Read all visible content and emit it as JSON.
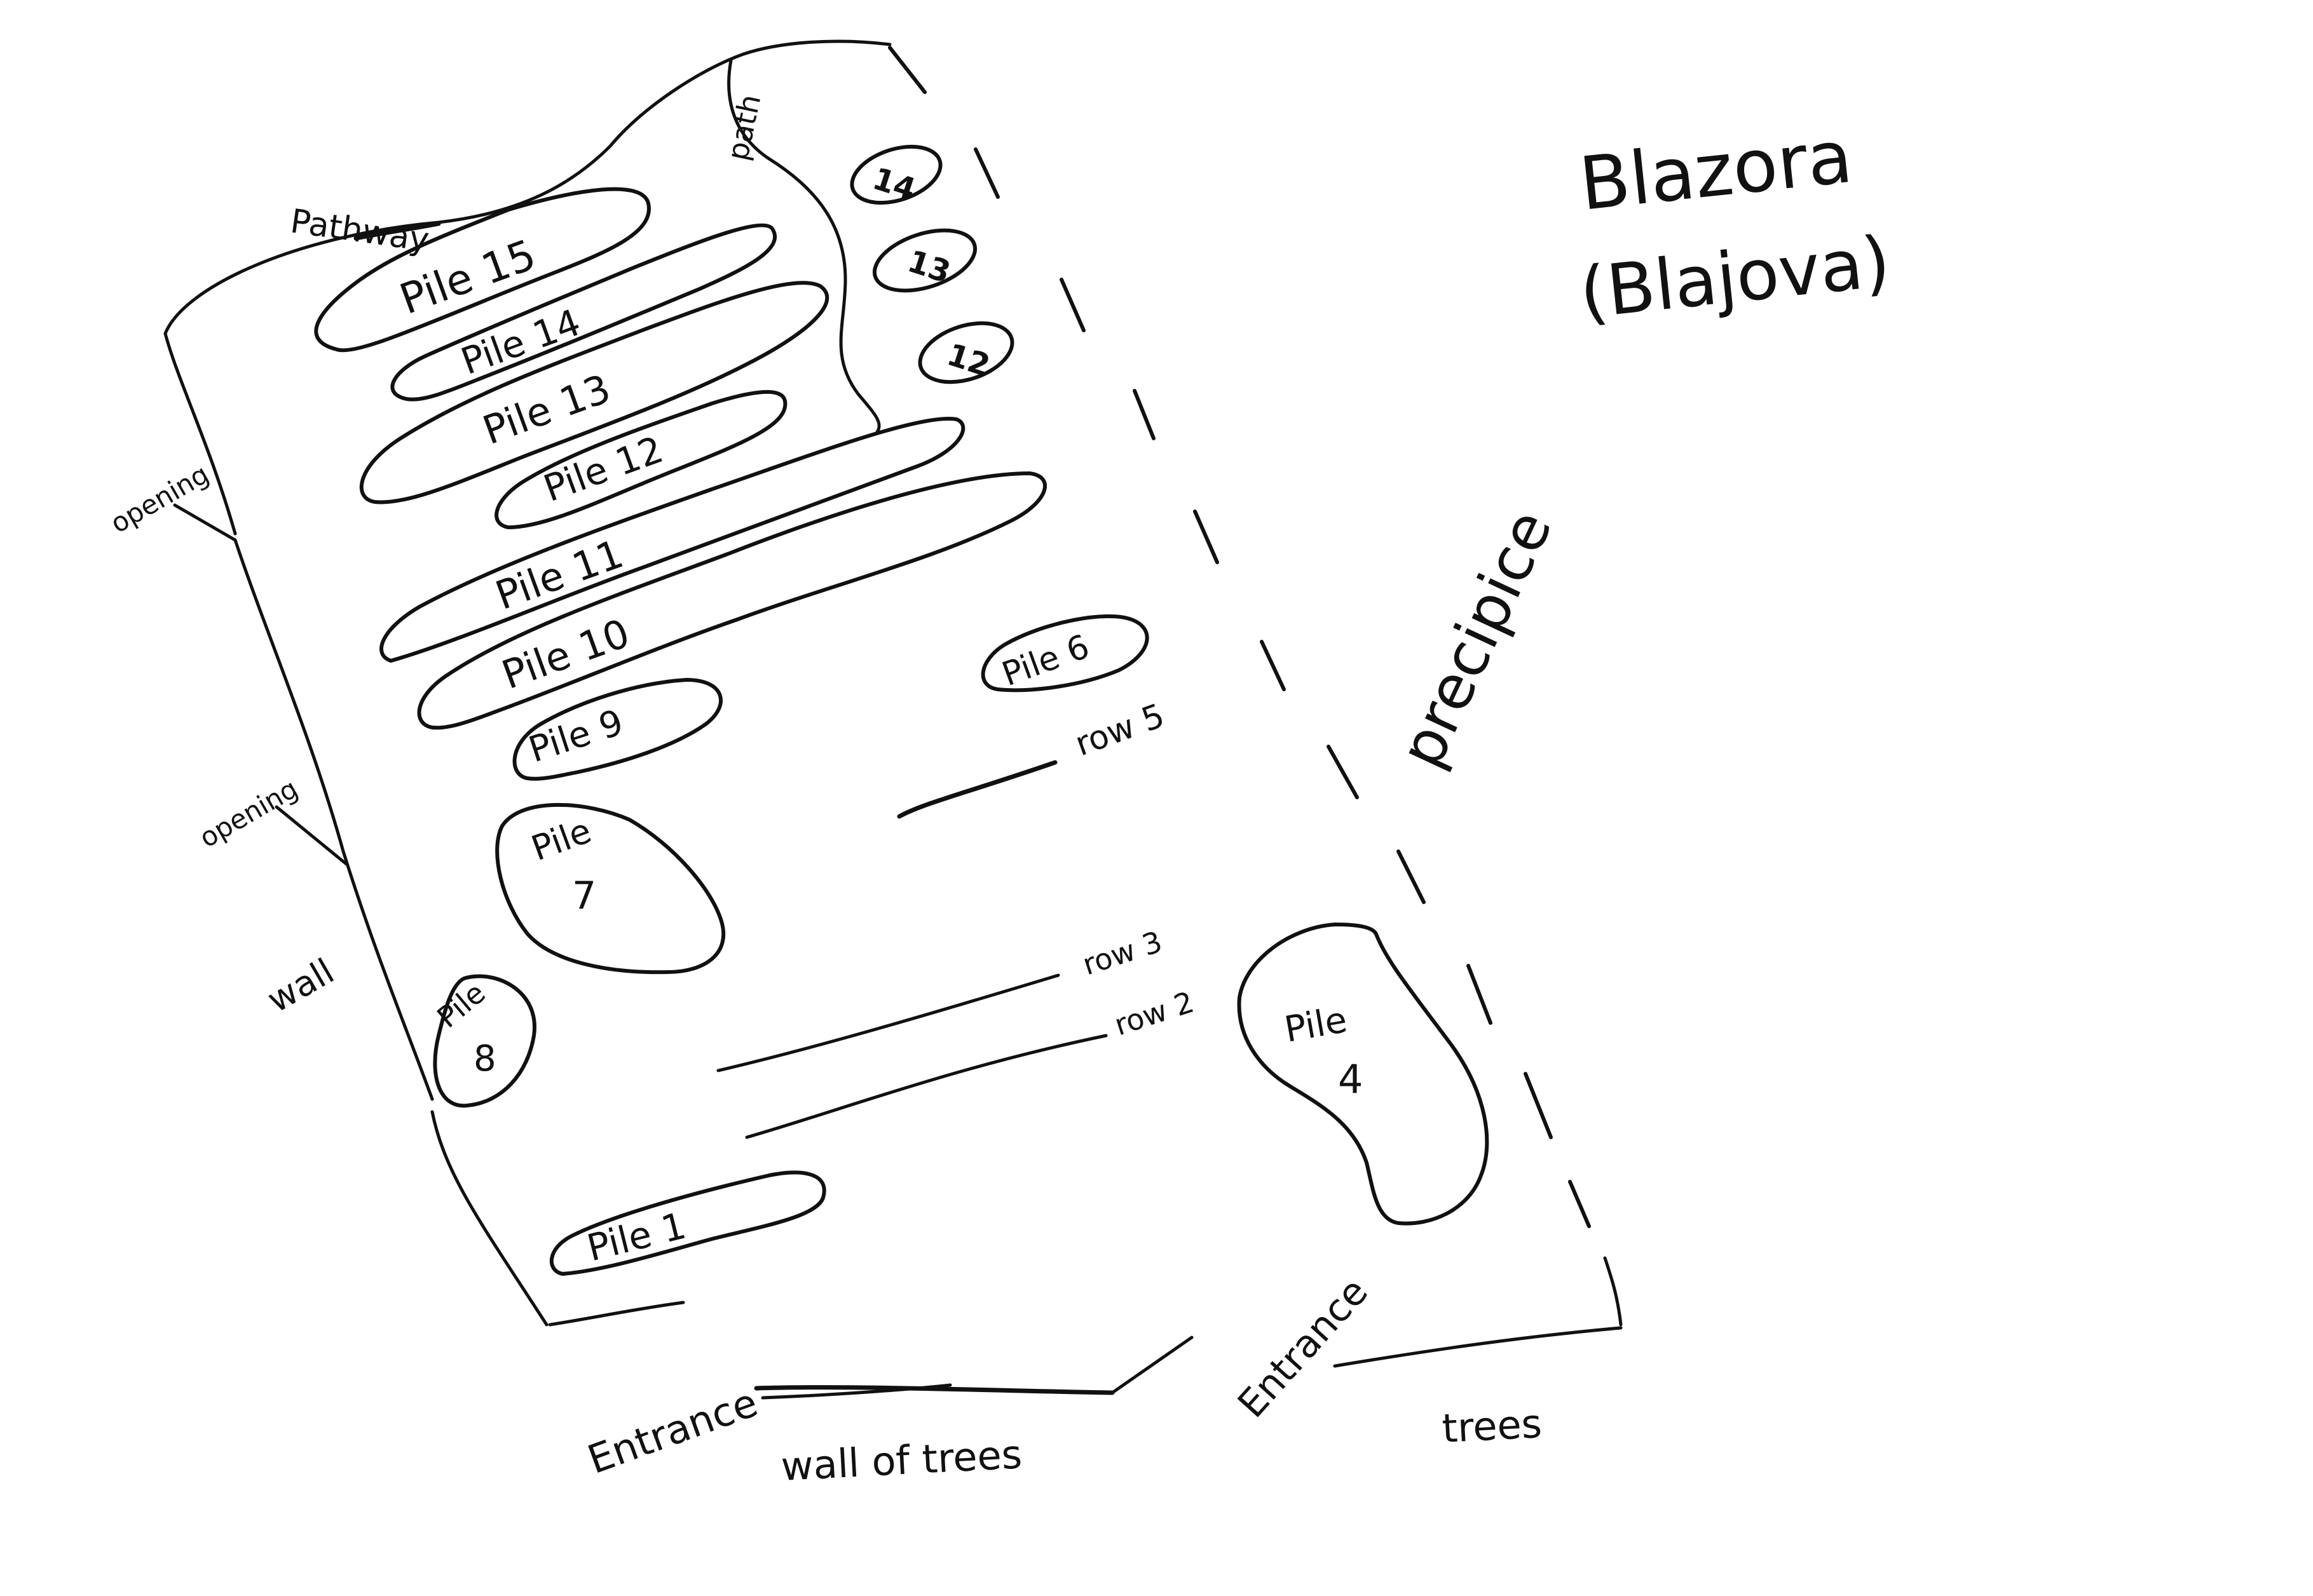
{
  "title": "Blazora",
  "subtitle": "(Blajova)",
  "labels": {
    "pathway": "Pathway",
    "path": "path",
    "opening_upper": "opening",
    "opening_lower": "opening",
    "wall": "wall",
    "precipice": "precipice",
    "entrance_left": "Entrance",
    "entrance_right": "Entrance",
    "wall_of_trees": "wall of trees",
    "trees": "trees",
    "row5": "row 5",
    "row3": "row 3",
    "row2": "row 2"
  },
  "piles": {
    "p15": "Pile 15",
    "p14": "Pile 14",
    "p13": "Pile 13",
    "p12": "Pile 12",
    "p11": "Pile 11",
    "p10": "Pile 10",
    "p9": "Pile 9",
    "p6": "Pile 6",
    "p1": "Pile 1",
    "p7_word": "Pile",
    "p7_num": "7",
    "p8_word": "Pile",
    "p8_num": "8",
    "p4_word": "Pile",
    "p4_num": "4"
  },
  "markers": {
    "m14": "14",
    "m13": "13",
    "m12": "12"
  },
  "colors": {
    "ink": "#111111",
    "paper": "#ffffff"
  }
}
